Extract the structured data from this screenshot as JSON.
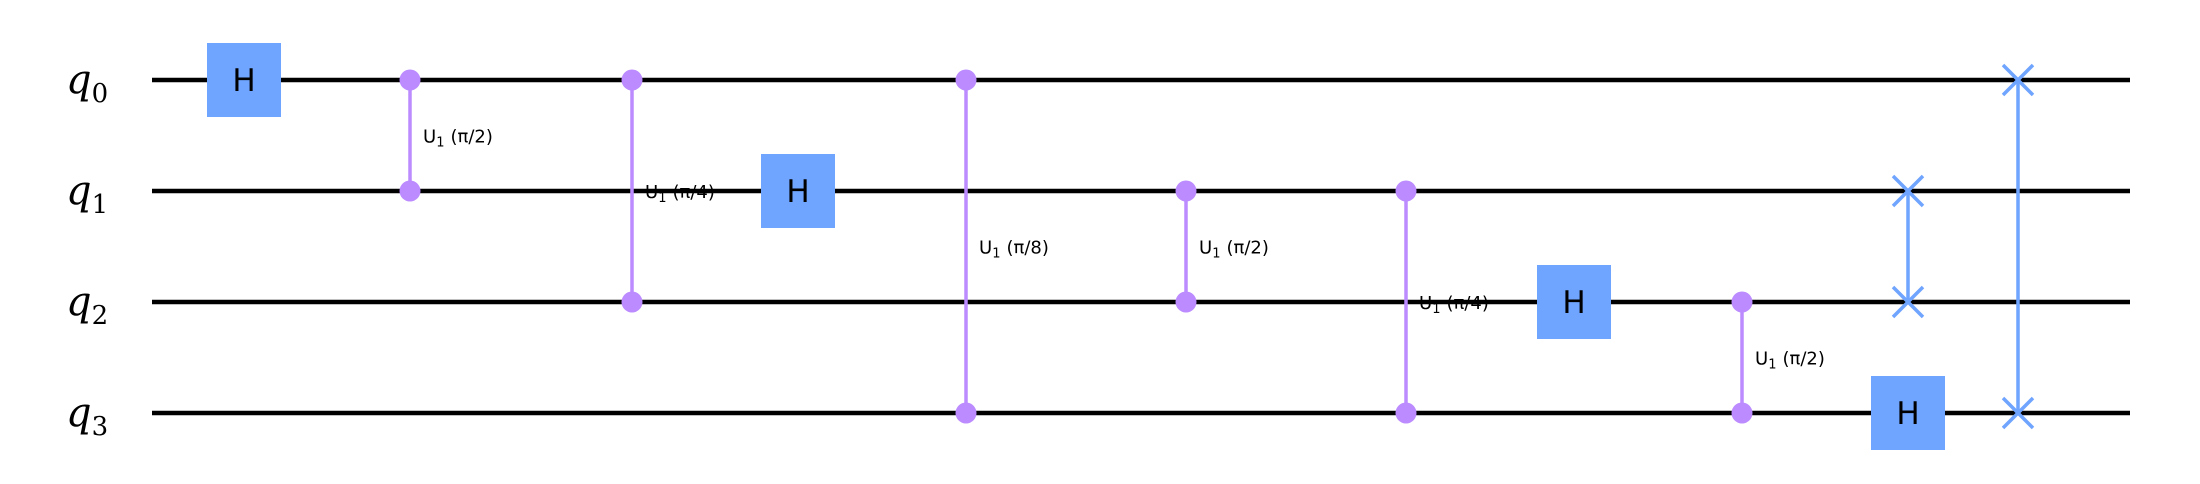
{
  "colors": {
    "hadamard": "#6fa4ff",
    "controlled_phase": "#bb8bff",
    "swap": "#6fa4ff",
    "wire": "#000000"
  },
  "qubits": [
    {
      "name": "q",
      "index": "0"
    },
    {
      "name": "q",
      "index": "1"
    },
    {
      "name": "q",
      "index": "2"
    },
    {
      "name": "q",
      "index": "3"
    }
  ],
  "gates": [
    {
      "type": "h",
      "label": "H",
      "qubit": 0,
      "step": 0
    },
    {
      "type": "cp",
      "label": "U",
      "sub": "1",
      "param": "(π/2)",
      "qubits": [
        0,
        1
      ],
      "step": 1
    },
    {
      "type": "cp",
      "label": "U",
      "sub": "1",
      "param": "(π/4)",
      "qubits": [
        0,
        2
      ],
      "step": 2
    },
    {
      "type": "h",
      "label": "H",
      "qubit": 1,
      "step": 3
    },
    {
      "type": "cp",
      "label": "U",
      "sub": "1",
      "param": "(π/8)",
      "qubits": [
        0,
        3
      ],
      "step": 4
    },
    {
      "type": "cp",
      "label": "U",
      "sub": "1",
      "param": "(π/2)",
      "qubits": [
        1,
        2
      ],
      "step": 5
    },
    {
      "type": "cp",
      "label": "U",
      "sub": "1",
      "param": "(π/4)",
      "qubits": [
        1,
        3
      ],
      "step": 6
    },
    {
      "type": "h",
      "label": "H",
      "qubit": 2,
      "step": 7
    },
    {
      "type": "cp",
      "label": "U",
      "sub": "1",
      "param": "(π/2)",
      "qubits": [
        2,
        3
      ],
      "step": 8
    },
    {
      "type": "h",
      "label": "H",
      "qubit": 3,
      "step": 9
    },
    {
      "type": "swap",
      "qubits": [
        1,
        2
      ],
      "step": 9
    },
    {
      "type": "swap",
      "qubits": [
        0,
        3
      ],
      "step": 10
    }
  ]
}
